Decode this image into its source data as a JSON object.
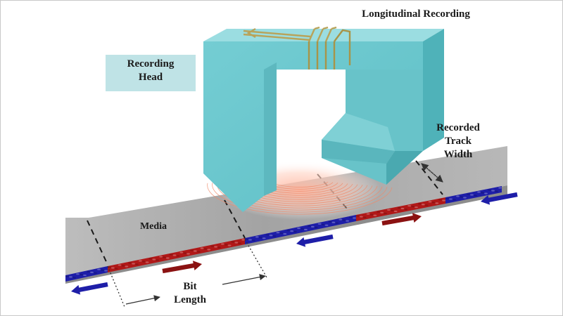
{
  "title": "Longitudinal Recording",
  "labels": {
    "recording_head": "Recording\nHead",
    "recorded_track_width": "Recorded\nTrack\nWidth",
    "media": "Media",
    "bit_length": "Bit\nLength"
  },
  "magnetization": {
    "domains": [
      "left",
      "right",
      "left",
      "right",
      "left"
    ],
    "colors": {
      "left": "#1e1ea8",
      "right": "#b01818",
      "right_arrow": "#8b1212"
    }
  },
  "colors": {
    "head": "#6fc9cf",
    "media_surface": "#a9a9a9",
    "label_box": "#bfe3e6",
    "coil": "#b8a35a",
    "field_lines": "#f08a6a"
  }
}
